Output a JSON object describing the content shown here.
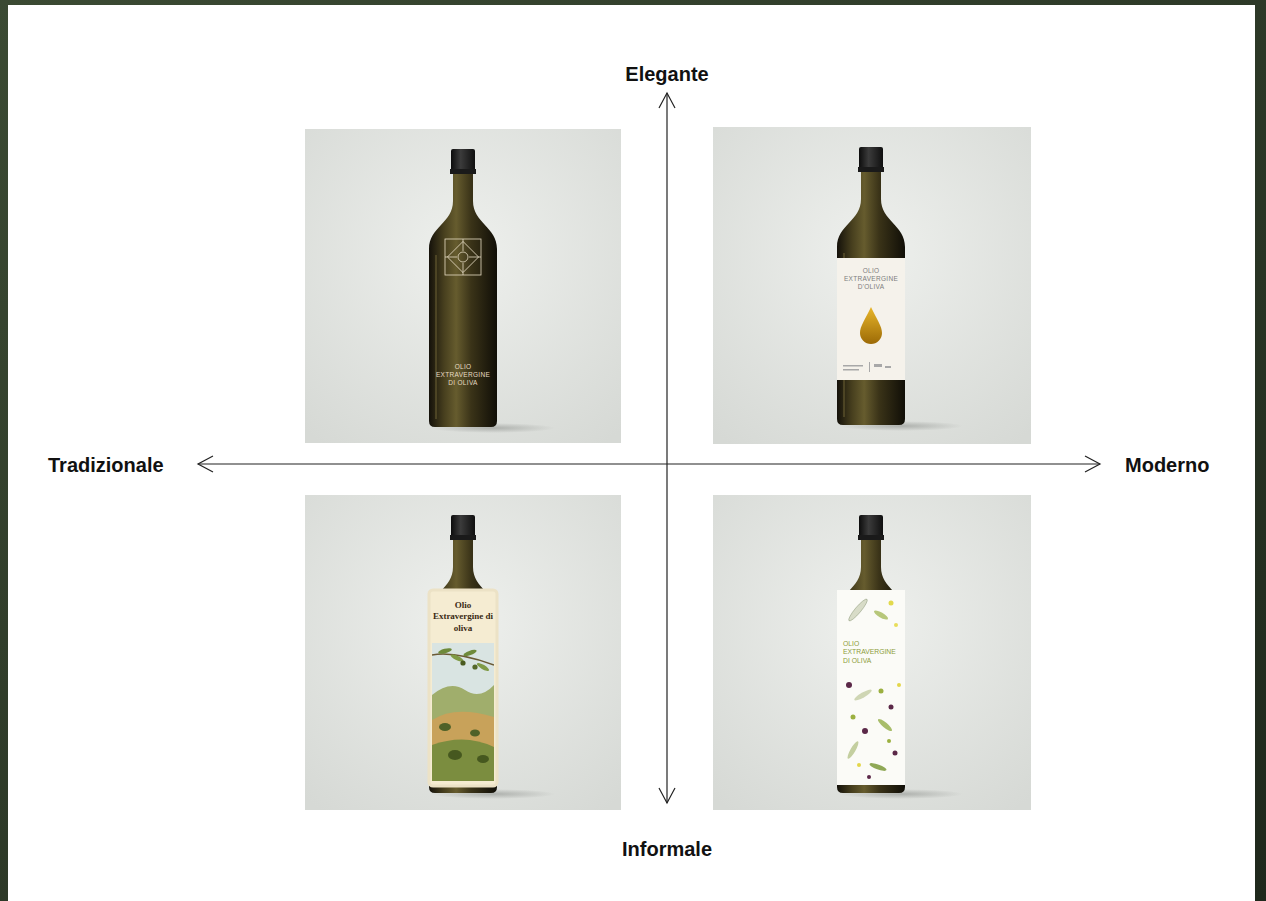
{
  "diagram": {
    "nodes": [
      {
        "text": [
          "OLIO EXTRAVERGINE DI OLIVA"
        ]
      },
      {
        "text": [
          "OLIO EXTRAVERGINE D'OLIVA"
        ]
      },
      {
        "text": [
          "Olio Extravergine di oliva"
        ]
      },
      {
        "text": [
          "OLIO EXTRAVERGINE DI OLIVA"
        ]
      }
    ],
    "labels": [
      "Elegante",
      "Tradizionale",
      "Moderno",
      "Informale"
    ]
  }
}
